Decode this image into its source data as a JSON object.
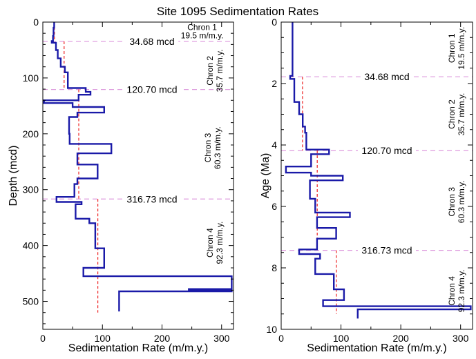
{
  "title": "Site 1095 Sedimentation Rates",
  "colors": {
    "rate_line": "#1a1aa8",
    "mean_line": "#ee2020",
    "boundary_line": "#dd99dd"
  },
  "chart_data": [
    {
      "type": "line",
      "xlabel": "Sedimentation Rate (m/m.y.)",
      "ylabel": "Depth (mcd)",
      "xlim": [
        0,
        320
      ],
      "ylim": [
        550,
        0
      ],
      "y_inverted": true,
      "xticks": [
        "0",
        "100",
        "200",
        "300"
      ],
      "yticks": [
        "0",
        "100",
        "200",
        "300",
        "400",
        "500"
      ],
      "series": [
        {
          "style": "step",
          "points": [
            [
              19,
              0
            ],
            [
              19,
              10
            ],
            [
              18,
              10
            ],
            [
              18,
              25
            ],
            [
              17,
              25
            ],
            [
              17,
              34
            ],
            [
              15,
              34
            ],
            [
              15,
              37
            ],
            [
              22,
              37
            ],
            [
              22,
              50
            ],
            [
              25,
              50
            ],
            [
              25,
              65
            ],
            [
              30,
              65
            ],
            [
              30,
              80
            ],
            [
              37,
              80
            ],
            [
              37,
              90
            ],
            [
              42,
              90
            ],
            [
              42,
              118
            ],
            [
              72,
              118
            ],
            [
              72,
              125
            ],
            [
              80,
              125
            ],
            [
              80,
              130
            ],
            [
              60,
              130
            ],
            [
              60,
              140
            ],
            [
              2,
              140
            ],
            [
              2,
              145
            ],
            [
              50,
              145
            ],
            [
              50,
              152
            ],
            [
              103,
              152
            ],
            [
              103,
              162
            ],
            [
              58,
              162
            ],
            [
              58,
              170
            ],
            [
              44,
              170
            ],
            [
              44,
              200
            ],
            [
              45,
              200
            ],
            [
              45,
              218
            ],
            [
              115,
              218
            ],
            [
              115,
              235
            ],
            [
              58,
              235
            ],
            [
              58,
              255
            ],
            [
              92,
              255
            ],
            [
              92,
              280
            ],
            [
              58,
              280
            ],
            [
              58,
              290
            ],
            [
              53,
              290
            ],
            [
              53,
              313
            ],
            [
              23,
              313
            ],
            [
              23,
              322
            ],
            [
              65,
              322
            ],
            [
              65,
              326
            ],
            [
              55,
              326
            ],
            [
              55,
              352
            ],
            [
              78,
              352
            ],
            [
              78,
              360
            ],
            [
              88,
              360
            ],
            [
              88,
              405
            ],
            [
              103,
              405
            ],
            [
              103,
              440
            ],
            [
              68,
              440
            ],
            [
              68,
              455
            ],
            [
              317,
              455
            ],
            [
              317,
              478
            ],
            [
              245,
              478
            ],
            [
              245,
              480
            ],
            [
              317,
              480
            ],
            [
              317,
              482
            ],
            [
              128,
              482
            ],
            [
              128,
              518
            ]
          ]
        }
      ],
      "means": [
        {
          "x": 19.5,
          "y_range": [
            0,
            34.68
          ]
        },
        {
          "x": 35.7,
          "y_range": [
            34.68,
            120.7
          ]
        },
        {
          "x": 60.3,
          "y_range": [
            120.7,
            316.73
          ]
        },
        {
          "x": 92.3,
          "y_range": [
            316.73,
            520
          ]
        }
      ],
      "boundaries": [
        {
          "y": 34.68,
          "label": "34.68 mcd"
        },
        {
          "y": 120.7,
          "label": "120.70 mcd"
        },
        {
          "y": 316.73,
          "label": "316.73 mcd"
        }
      ],
      "chrons": [
        {
          "name": "Chron 1",
          "rate": "19.5 m/m.y.",
          "orientation": "horizontal",
          "x": 250,
          "y": 8
        },
        {
          "name": "Chron 2",
          "rate": "35.7 m/m.y.",
          "orientation": "vertical",
          "x": 285,
          "y": 87
        },
        {
          "name": "Chron  3",
          "rate": "60.3 m/m.y.",
          "orientation": "vertical",
          "x": 282,
          "y": 225
        },
        {
          "name": "Chron  4",
          "rate": "92.3 m/m.y.",
          "orientation": "vertical",
          "x": 285,
          "y": 395
        }
      ]
    },
    {
      "type": "line",
      "xlabel": "Sedimentation Rate (m/m.y.)",
      "ylabel": "Age (Ma)",
      "xlim": [
        0,
        320
      ],
      "ylim": [
        10,
        0
      ],
      "y_inverted": true,
      "xticks": [
        "0",
        "100",
        "200",
        "300"
      ],
      "yticks": [
        "0",
        "2",
        "4",
        "6",
        "8",
        "10"
      ],
      "series": [
        {
          "style": "step",
          "points": [
            [
              19,
              0
            ],
            [
              19,
              1.75
            ],
            [
              15,
              1.75
            ],
            [
              15,
              1.85
            ],
            [
              22,
              1.85
            ],
            [
              22,
              2.6
            ],
            [
              30,
              2.6
            ],
            [
              30,
              3.0
            ],
            [
              36,
              3.0
            ],
            [
              36,
              3.4
            ],
            [
              40,
              3.4
            ],
            [
              40,
              3.6
            ],
            [
              42,
              3.6
            ],
            [
              42,
              4.15
            ],
            [
              80,
              4.15
            ],
            [
              80,
              4.3
            ],
            [
              50,
              4.3
            ],
            [
              50,
              4.7
            ],
            [
              8,
              4.7
            ],
            [
              8,
              4.9
            ],
            [
              50,
              4.9
            ],
            [
              50,
              5.0
            ],
            [
              103,
              5.0
            ],
            [
              103,
              5.15
            ],
            [
              48,
              5.15
            ],
            [
              48,
              5.75
            ],
            [
              57,
              5.75
            ],
            [
              57,
              6.2
            ],
            [
              115,
              6.2
            ],
            [
              115,
              6.35
            ],
            [
              60,
              6.35
            ],
            [
              60,
              6.7
            ],
            [
              92,
              6.7
            ],
            [
              92,
              7.05
            ],
            [
              60,
              7.05
            ],
            [
              60,
              7.4
            ],
            [
              30,
              7.4
            ],
            [
              30,
              7.55
            ],
            [
              65,
              7.55
            ],
            [
              65,
              7.7
            ],
            [
              57,
              7.7
            ],
            [
              57,
              8.2
            ],
            [
              88,
              8.2
            ],
            [
              88,
              8.7
            ],
            [
              105,
              8.7
            ],
            [
              105,
              9.05
            ],
            [
              70,
              9.05
            ],
            [
              70,
              9.25
            ],
            [
              317,
              9.25
            ],
            [
              317,
              9.35
            ],
            [
              128,
              9.35
            ],
            [
              128,
              9.65
            ]
          ]
        }
      ],
      "means": [
        {
          "x": 19.5,
          "y_range": [
            0,
            1.78
          ]
        },
        {
          "x": 35.7,
          "y_range": [
            1.78,
            4.18
          ]
        },
        {
          "x": 60.3,
          "y_range": [
            4.18,
            7.43
          ]
        },
        {
          "x": 92.3,
          "y_range": [
            7.43,
            9.5
          ]
        }
      ],
      "boundaries": [
        {
          "y": 1.78,
          "label": "34.68 mcd"
        },
        {
          "y": 4.18,
          "label": "120.70 mcd"
        },
        {
          "y": 7.43,
          "label": "316.73 mcd"
        }
      ],
      "chrons": [
        {
          "name": "Chron 1",
          "rate": "19.5 m/m.y.",
          "orientation": "vertical",
          "x": 290,
          "y": 0.85
        },
        {
          "name": "Chron 2",
          "rate": "35.7 m/m.y.",
          "orientation": "vertical",
          "x": 290,
          "y": 3.0
        },
        {
          "name": "Chron  3",
          "rate": "60.3 m/m.y.",
          "orientation": "vertical",
          "x": 290,
          "y": 5.85
        },
        {
          "name": "Chron  4",
          "rate": "92.3 m/m.y.",
          "orientation": "vertical",
          "x": 290,
          "y": 8.75
        }
      ]
    }
  ]
}
